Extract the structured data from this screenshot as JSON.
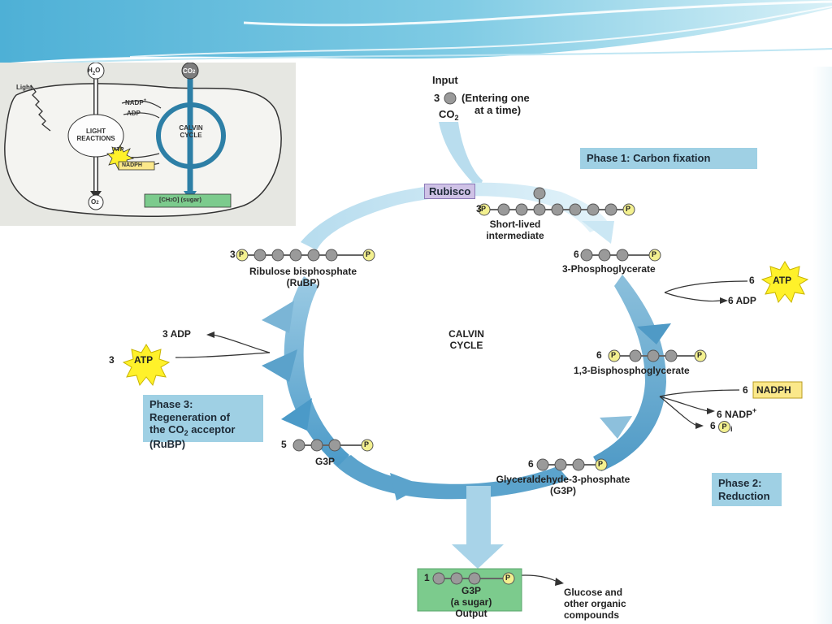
{
  "inset": {
    "light": "Light",
    "h2o": "H",
    "h2o_sub": "2",
    "h2o_end": "O",
    "co2": "CO",
    "co2_sub": "2",
    "nadp": "NADP",
    "nadp_sup": "+",
    "adp": "ADP",
    "light_reactions_1": "LIGHT",
    "light_reactions_2": "REACTIONS",
    "atp": "ATP",
    "nadph": "NADPH",
    "calvin_1": "CALVIN",
    "calvin_2": "CYCLE",
    "o2": "O",
    "o2_sub": "2",
    "sugar_pre": "[CH",
    "sugar_sub": "2",
    "sugar_post": "O] (sugar)"
  },
  "main": {
    "input_title": "Input",
    "input_count": "3",
    "input_entering_1": "(Entering one",
    "input_entering_2": "at a time)",
    "co2": "CO",
    "co2_sub": "2",
    "rubisco": "Rubisco",
    "phase1": "Phase 1: Carbon fixation",
    "short_lived_1": "Short-lived",
    "short_lived_2": "intermediate",
    "count_3": "3",
    "count_6a": "6",
    "phosphoglycerate": "3-Phosphoglycerate",
    "atp_in_count": "6",
    "atp": "ATP",
    "adp_out": "6 ADP",
    "count_6b": "6",
    "bisphosphoglycerate": "1,3-Bisphosphoglycerate",
    "nadph_count": "6",
    "nadph": "NADPH",
    "nadp_out": "6 NADP",
    "nadp_sup": "+",
    "pi_out": "6",
    "pi_letter": "P",
    "pi_sub": "i",
    "calvin_1": "CALVIN",
    "calvin_2": "CYCLE",
    "phase2_1": "Phase 2:",
    "phase2_2": "Reduction",
    "count_6c": "6",
    "g3p_name_1": "Glyceraldehyde-3-phosphate",
    "g3p_name_2": "(G3P)",
    "count_1": "1",
    "output_1": "G3P",
    "output_2": "(a sugar)",
    "output_3": "Output",
    "glucose_1": "Glucose and",
    "glucose_2": "other organic",
    "glucose_3": "compounds",
    "count_5": "5",
    "g3p_short": "G3P",
    "phase3_1": "Phase 3:",
    "phase3_2": "Regeneration of",
    "phase3_3a": "the CO",
    "phase3_3sub": "2",
    "phase3_3b": " acceptor",
    "phase3_4": "(RuBP)",
    "adp_3": "3 ADP",
    "atp_3_count": "3",
    "count_3b": "3",
    "rubp_1": "Ribulose bisphosphate",
    "rubp_2": "(RuBP)",
    "p": "P"
  },
  "colors": {
    "header_teal": "#5bb8da",
    "cycle_blue": "#6aaed1",
    "phase_box": "#9fd0e4",
    "atp_star": "#fff12a",
    "nadph_box": "#fbe88a",
    "output_box": "#7ccb8d",
    "phosphate": "#f3f08f",
    "carbon": "#9a9a9a"
  }
}
